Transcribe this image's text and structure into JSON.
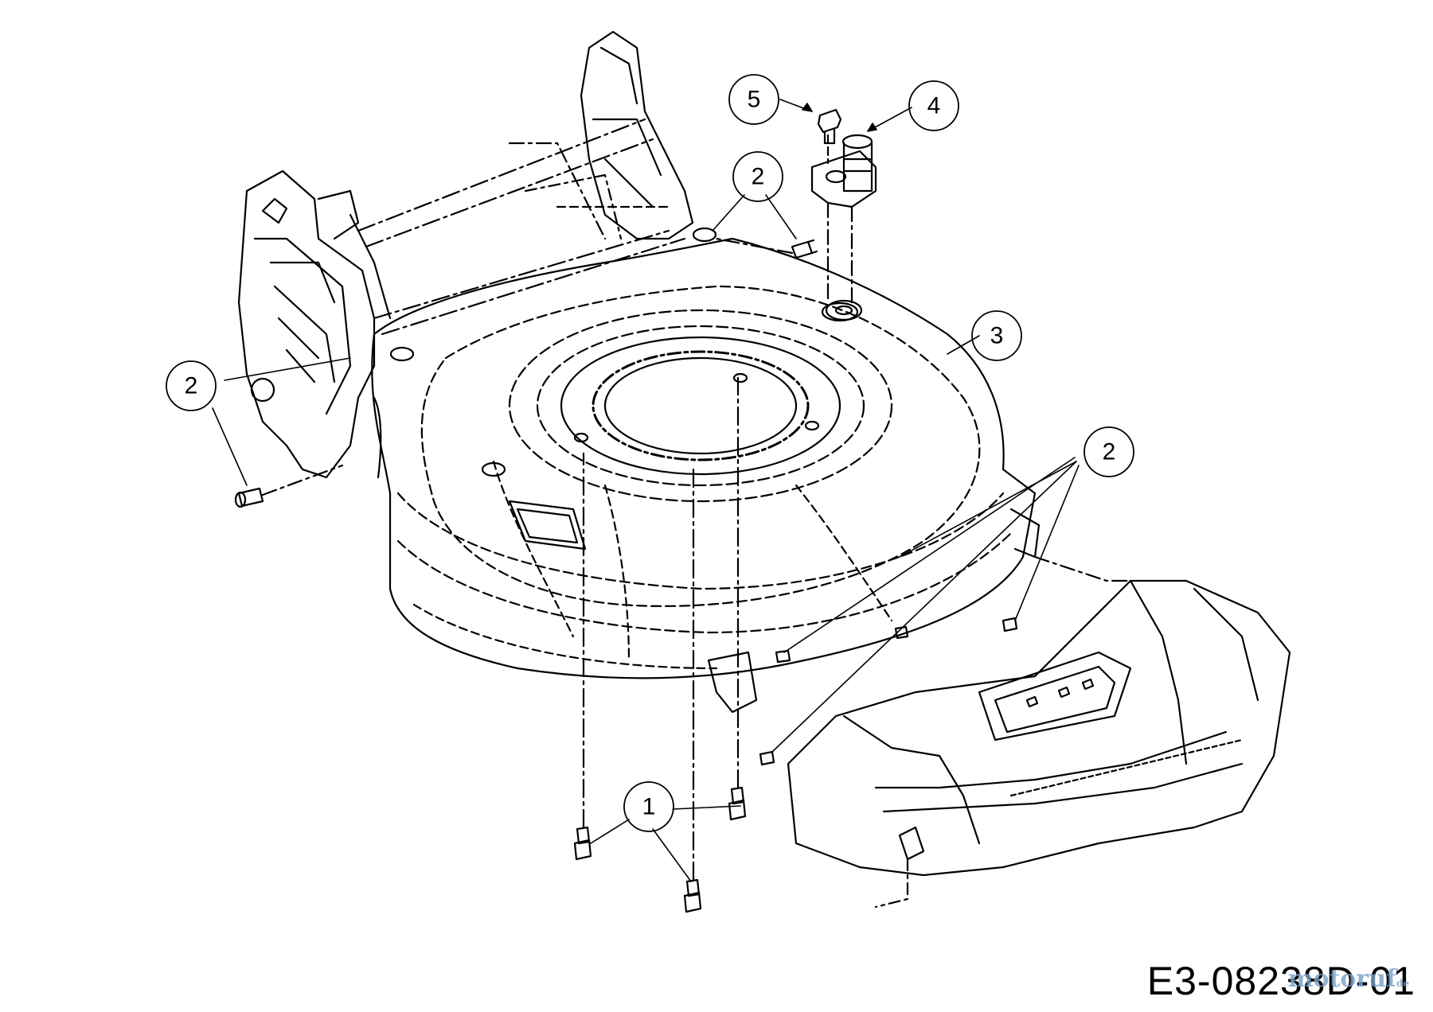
{
  "diagram": {
    "drawing_number": "E3-08238D-01",
    "watermark": "motoruf",
    "watermark_suffix": "de",
    "callouts": [
      {
        "id": "c1",
        "label": "1"
      },
      {
        "id": "c2a",
        "label": "2"
      },
      {
        "id": "c2b",
        "label": "2"
      },
      {
        "id": "c2c",
        "label": "2"
      },
      {
        "id": "c3",
        "label": "3"
      },
      {
        "id": "c4",
        "label": "4"
      },
      {
        "id": "c5",
        "label": "5"
      }
    ]
  }
}
